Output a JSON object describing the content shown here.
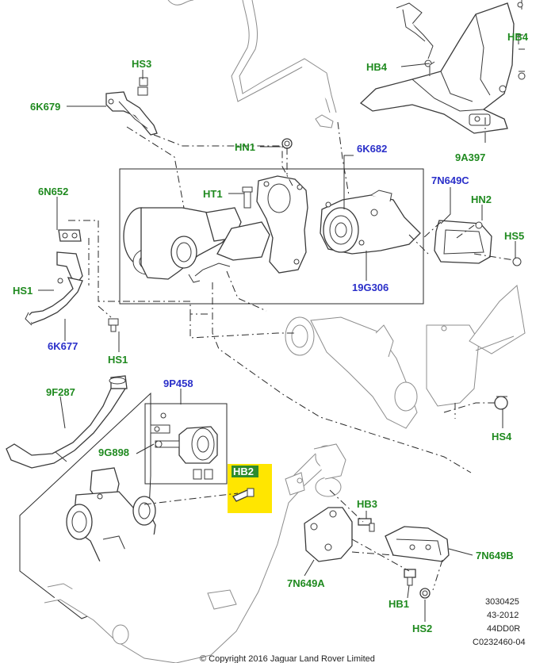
{
  "colors": {
    "green": "#1f8a1f",
    "blue": "#2a2fc9",
    "highlight": "#ffe600",
    "highlight_label_bg": "#2e8b2e",
    "line": "#333333"
  },
  "labels": {
    "hs3": "HS3",
    "k6679": "6K679",
    "hn1": "HN1",
    "k6682": "6K682",
    "hb4_right": "HB4",
    "hb4_mid": "HB4",
    "a9397": "9A397",
    "n6652": "6N652",
    "ht1": "HT1",
    "n7649c": "7N649C",
    "hn2": "HN2",
    "hs5": "HS5",
    "hs1_left": "HS1",
    "g19306": "19G306",
    "k6677": "6K677",
    "hs1_mid": "HS1",
    "p9458": "9P458",
    "f9287": "9F287",
    "g9898": "9G898",
    "hs4": "HS4",
    "hb2": "HB2",
    "hb3": "HB3",
    "n7649b": "7N649B",
    "n7649a": "7N649A",
    "hb1": "HB1",
    "hs2": "HS2"
  },
  "reference": {
    "line1": "3030425",
    "line2": "43-2012",
    "line3": "44DD0R",
    "line4": "C0232460-04"
  },
  "copyright": "© Copyright  2016  Jaguar Land Rover Limited"
}
